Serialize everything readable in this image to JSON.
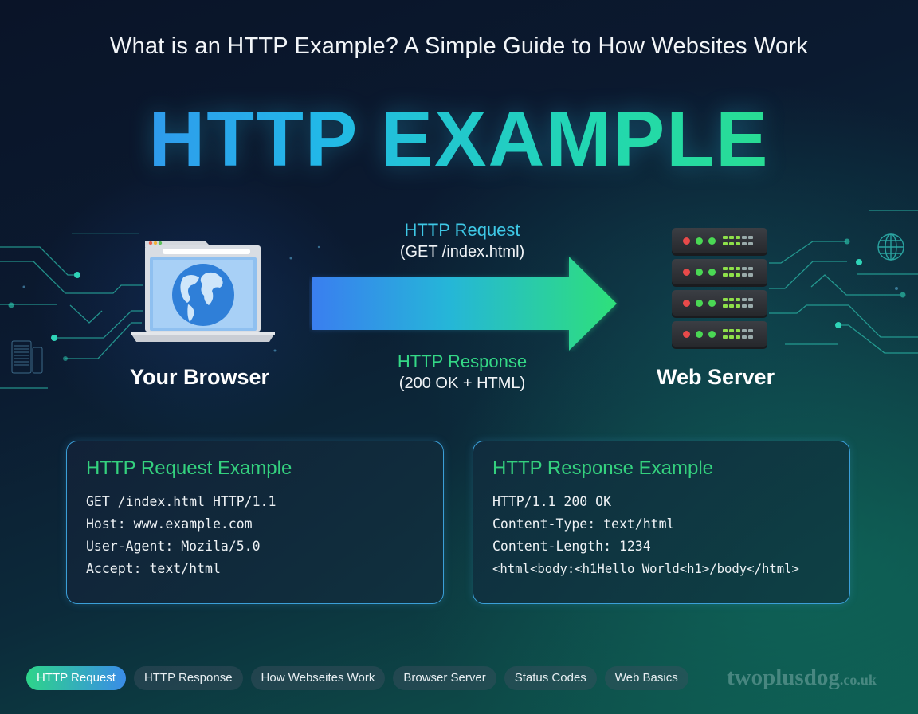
{
  "header": {
    "subtitle": "What is an HTTP Example? A Simple Guide to How Websites Work",
    "hero_title": "HTTP EXAMPLE"
  },
  "diagram": {
    "client": {
      "label": "Your Browser",
      "icon": "laptop-globe-icon"
    },
    "server": {
      "label": "Web Server",
      "icon": "server-rack-icon",
      "units": 4
    },
    "request": {
      "title": "HTTP Request",
      "detail": "(GET /index.html)",
      "color": "#3ec8e6"
    },
    "response": {
      "title": "HTTP Response",
      "detail": "(200 OK + HTML)",
      "color": "#34d886"
    },
    "arrow": {
      "gradient_start": "#3a7ef0",
      "gradient_end": "#2ee07a"
    }
  },
  "cards": {
    "request": {
      "title": "HTTP Request Example",
      "lines": [
        "GET /index.html HTTP/1.1",
        "Host: www.example.com",
        "User-Agent: Mozila/5.0",
        "Accept: text/html"
      ]
    },
    "response": {
      "title": "HTTP Response Example",
      "lines": [
        "HTTP/1.1 200 OK",
        "Content-Type: text/html",
        "Content-Length: 1234",
        "<html<body:<h1Hello World<h1>/body</html>"
      ]
    }
  },
  "tags": [
    {
      "label": "HTTP Request",
      "active": true
    },
    {
      "label": "HTTP Response",
      "active": false
    },
    {
      "label": "How Webseites Work",
      "active": false
    },
    {
      "label": "Browser Server",
      "active": false
    },
    {
      "label": "Status Codes",
      "active": false
    },
    {
      "label": "Web Basics",
      "active": false
    }
  ],
  "brand": {
    "name": "twoplusdog",
    "suffix": ".co.uk"
  },
  "colors": {
    "accent_green": "#34d17e",
    "accent_blue": "#3a82f0",
    "card_border": "#3b9fd8",
    "background_dark": "#0a1428",
    "background_teal": "#0e5a50"
  }
}
